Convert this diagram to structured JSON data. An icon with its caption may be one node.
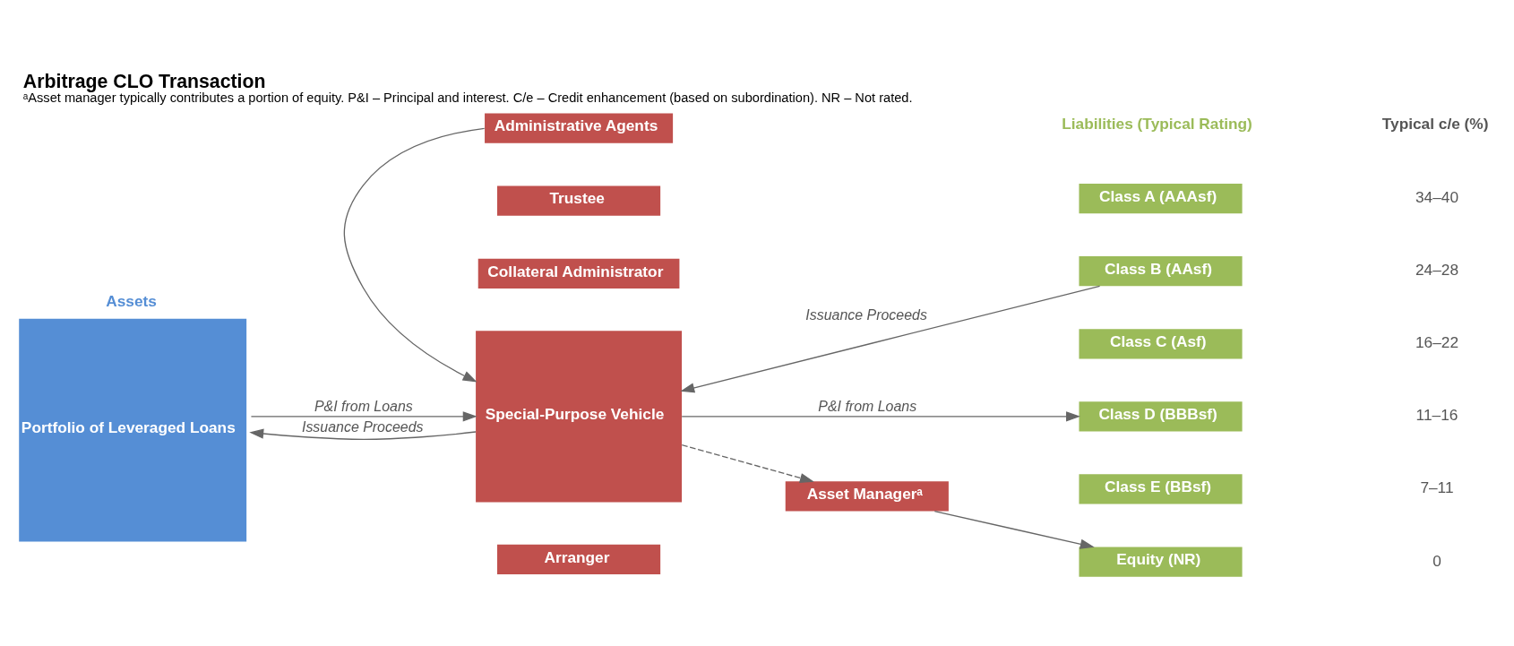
{
  "diagram": {
    "title": "Arbitrage CLO Transaction",
    "caption": "ᵃAsset manager typically contributes a portion of equity. P&I – Principal and interest. C/e – Credit enhancement (based on subordination). NR – Not rated.",
    "nodes": [
      {
        "text": [
          "Administrative Agents"
        ]
      },
      {
        "text": [
          "Trustee"
        ]
      },
      {
        "text": [
          "Collateral Administrator"
        ]
      },
      {
        "text": [
          "Assets",
          "Portfolio of Leveraged Loans"
        ]
      },
      {
        "text": [
          "Special-Purpose Vehicle"
        ]
      },
      {
        "text": [
          "Class A (AAAsf)"
        ]
      },
      {
        "text": [
          "Class B (AAsf)"
        ]
      },
      {
        "text": [
          "Class C (Asf)"
        ]
      },
      {
        "text": [
          "Class D (BBBsf)"
        ]
      },
      {
        "text": [
          "Class E (BBsf)"
        ]
      },
      {
        "text": [
          "Equity (NR)"
        ]
      },
      {
        "text": [
          "Asset Managerᵃ"
        ]
      },
      {
        "text": [
          "Arranger"
        ]
      }
    ],
    "edges": [
      {
        "from": 0,
        "to": 4,
        "arrow": "to"
      },
      {
        "from": 4,
        "to": 3,
        "arrow": "to",
        "label": "Issuance Proceeds"
      },
      {
        "from": 3,
        "to": 4,
        "arrow": "to",
        "label": "P&I from Loans"
      },
      {
        "from": 6,
        "to": 4,
        "arrow": "to",
        "label": "Issuance Proceeds"
      },
      {
        "from": 4,
        "to": 8,
        "arrow": "to",
        "label": "P&I from Loans"
      },
      {
        "from": 4,
        "to": 11,
        "arrow": "to",
        "style": "dashed"
      },
      {
        "from": 11,
        "to": 10,
        "arrow": "to"
      }
    ],
    "labels": [
      "Liabilities (Typical Rating)",
      "Typical c/e (%)",
      "34–40",
      "24–28",
      "16–22",
      "11–16",
      "7–11",
      "0"
    ]
  }
}
